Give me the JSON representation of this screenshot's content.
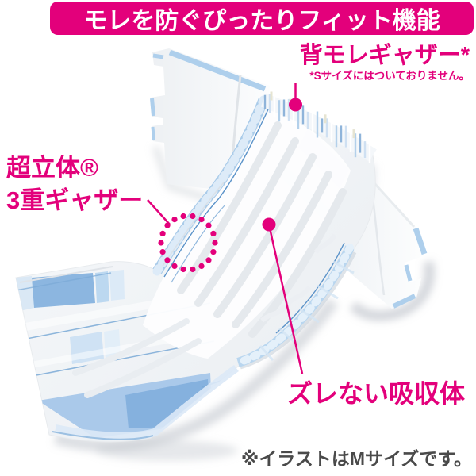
{
  "banner": {
    "title": "モレを防ぐぴったりフィット機能"
  },
  "callouts": {
    "back_gather": {
      "label": "背モレギャザー*",
      "note": "*Sサイズにはついておりません。"
    },
    "triple_gather": {
      "label_line1": "超立体®",
      "label_line2": "3重ギャザー"
    },
    "absorber": {
      "label": "ズレない吸収体"
    }
  },
  "footer": {
    "note": "※イラストはMサイズです。"
  },
  "colors": {
    "accent_magenta": "#E3007B",
    "banner_text": "#FFFFFF",
    "footer_text": "#4A4A4A",
    "diaper_blue_light": "#BDD9F0",
    "diaper_blue_mid": "#8CB6E0",
    "diaper_blue_line": "#5B93C9"
  }
}
